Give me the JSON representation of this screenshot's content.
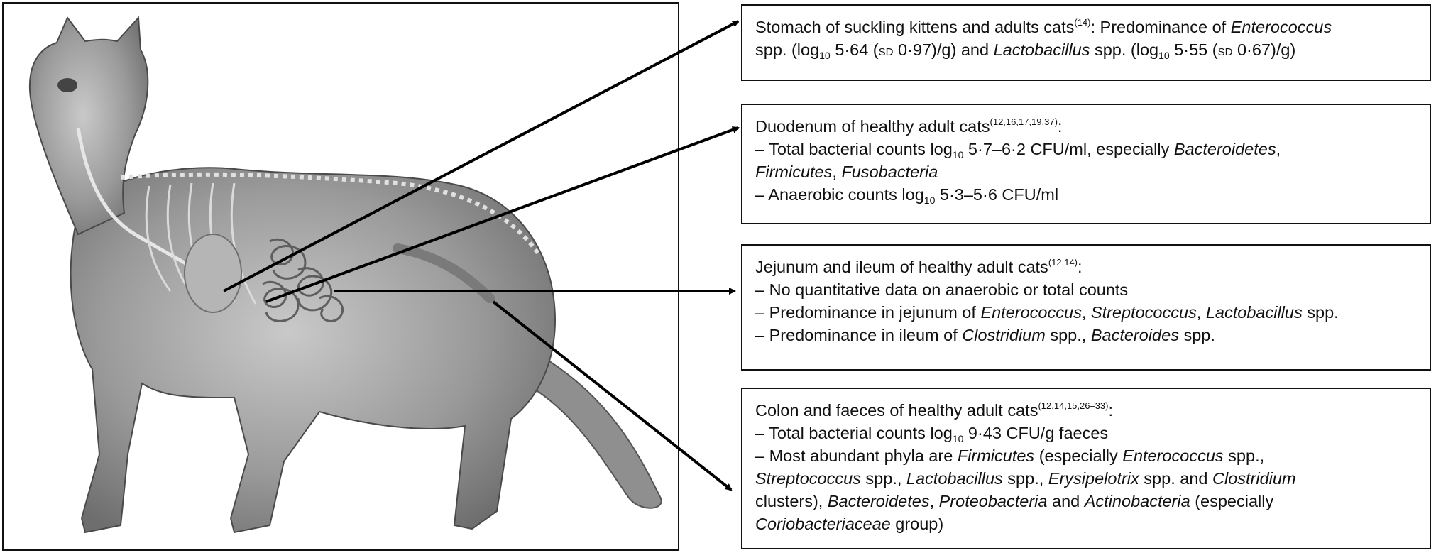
{
  "stomach": {
    "title": "Stomach of suckling kittens and adults cats",
    "ref": "(14)",
    "l1_sep": ": Predominance of ",
    "l1_genus": "Enterococcus",
    "l2_a": "spp. (log",
    "l2_sub": "10",
    "l2_b": " 5·64 (",
    "sd1": "sd",
    "l2_c": " 0·97)/g) and ",
    "l2_genus": "Lactobacillus",
    "l2_d": " spp. (log",
    "l2_sub2": "10",
    "l2_e": " 5·55 (",
    "sd2": "sd",
    "l2_f": " 0·67)/g)"
  },
  "duodenum": {
    "title": "Duodenum of healthy adult cats",
    "ref": "(12,16,17,19,37)",
    "colon": ":",
    "l2_a": "– Total bacterial counts log",
    "l2_sub": "10",
    "l2_b": " 5·7–6·2 CFU/ml, especially ",
    "l2_t1": "Bacteroidetes",
    "l2_c": ",",
    "l3_t1": "Firmicutes",
    "l3_a": ", ",
    "l3_t2": "Fusobacteria",
    "l4_a": "– Anaerobic counts log",
    "l4_sub": "10",
    "l4_b": " 5·3–5·6 CFU/ml"
  },
  "jejunum": {
    "title": "Jejunum and ileum of healthy adult cats",
    "ref": "(12,14)",
    "colon": ":",
    "l2": "– No quantitative data on anaerobic or total counts",
    "l3_a": "– Predominance in jejunum of ",
    "l3_t1": "Enterococcus",
    "l3_b": ", ",
    "l3_t2": "Streptococcus",
    "l3_c": ", ",
    "l3_t3": "Lactobacillus",
    "l3_d": " spp.",
    "l4_a": "– Predominance in ileum of ",
    "l4_t1": "Clostridium",
    "l4_b": " spp., ",
    "l4_t2": "Bacteroides",
    "l4_c": " spp."
  },
  "colon": {
    "title": "Colon and faeces of healthy adult cats",
    "ref": "(12,14,15,26–33)",
    "colon": ":",
    "l2_a": "– Total bacterial counts log",
    "l2_sub": "10",
    "l2_b": " 9·43 CFU/g faeces",
    "l3_a": "– Most abundant phyla are ",
    "l3_t1": "Firmicutes",
    "l3_b": " (especially ",
    "l3_t2": "Enterococcus",
    "l3_c": " spp.,",
    "l4_t1": "Streptococcus",
    "l4_a": " spp., ",
    "l4_t2": "Lactobacillus",
    "l4_b": " spp., ",
    "l4_t3": "Erysipelotrix",
    "l4_c": " spp. and ",
    "l4_t4": "Clostridium",
    "l5_a": "clusters), ",
    "l5_t1": "Bacteroidetes",
    "l5_b": ", ",
    "l5_t2": "Proteobacteria",
    "l5_c": " and ",
    "l5_t3": "Actinobacteria",
    "l5_d": " (especially",
    "l6_t1": "Coriobacteriaceae",
    "l6_a": " group)"
  }
}
